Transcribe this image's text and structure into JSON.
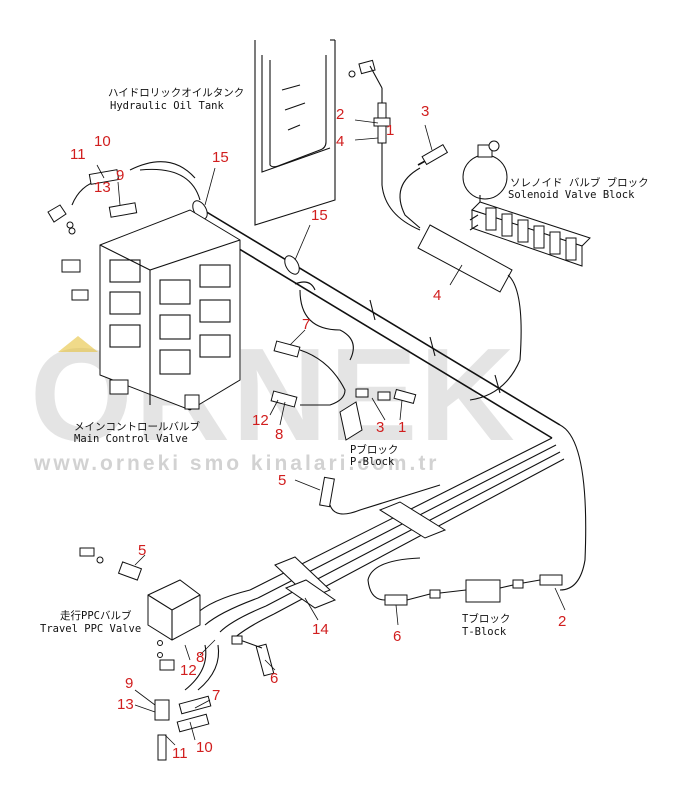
{
  "labels": {
    "hydraulic_tank_jp": "ハイドロリックオイルタンク",
    "hydraulic_tank_en": "Hydraulic Oil Tank",
    "solenoid_jp": "ソレノイド バルブ ブロック",
    "solenoid_en": "Solenoid Valve Block",
    "main_valve_jp": "メインコントロールバルブ",
    "main_valve_en": "Main Control Valve",
    "pblock_jp": "Pブロック",
    "pblock_en": "P-Block",
    "travel_jp": "走行PPCバルブ",
    "travel_en": "Travel PPC Valve",
    "tblock_jp": "Tブロック",
    "tblock_en": "T-Block"
  },
  "watermark": {
    "brand": "ORNEK",
    "url": "www.orneki smo kinalari.com.tr"
  },
  "callouts": [
    {
      "id": "c10a",
      "text": "10"
    },
    {
      "id": "c11a",
      "text": "11"
    },
    {
      "id": "c13a",
      "text": "13"
    },
    {
      "id": "c9a",
      "text": "9"
    },
    {
      "id": "c15a",
      "text": "15"
    },
    {
      "id": "c15b",
      "text": "15"
    },
    {
      "id": "c2a",
      "text": "2"
    },
    {
      "id": "c4a",
      "text": "4"
    },
    {
      "id": "c1a",
      "text": "1"
    },
    {
      "id": "c3a",
      "text": "3"
    },
    {
      "id": "c4b",
      "text": "4"
    },
    {
      "id": "c7a",
      "text": "7"
    },
    {
      "id": "c12a",
      "text": "12"
    },
    {
      "id": "c8a",
      "text": "8"
    },
    {
      "id": "c3b",
      "text": "3"
    },
    {
      "id": "c1b",
      "text": "1"
    },
    {
      "id": "c5a",
      "text": "5"
    },
    {
      "id": "c5b",
      "text": "5"
    },
    {
      "id": "c14a",
      "text": "14"
    },
    {
      "id": "c6a",
      "text": "6"
    },
    {
      "id": "c2b",
      "text": "2"
    },
    {
      "id": "c6b",
      "text": "6"
    },
    {
      "id": "c8b",
      "text": "8"
    },
    {
      "id": "c12b",
      "text": "12"
    },
    {
      "id": "c9b",
      "text": "9"
    },
    {
      "id": "c7b",
      "text": "7"
    },
    {
      "id": "c13b",
      "text": "13"
    },
    {
      "id": "c11b",
      "text": "11"
    },
    {
      "id": "c10b",
      "text": "10"
    }
  ]
}
